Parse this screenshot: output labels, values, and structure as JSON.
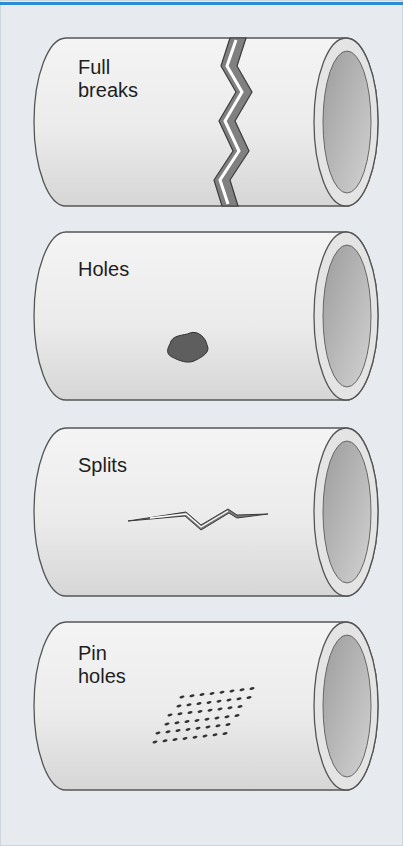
{
  "diagram": {
    "nodes": [
      {
        "text": [
          "Full breaks"
        ]
      },
      {
        "text": [
          "Holes"
        ]
      },
      {
        "text": [
          "Splits"
        ]
      },
      {
        "text": [
          "Pin holes"
        ]
      }
    ]
  }
}
